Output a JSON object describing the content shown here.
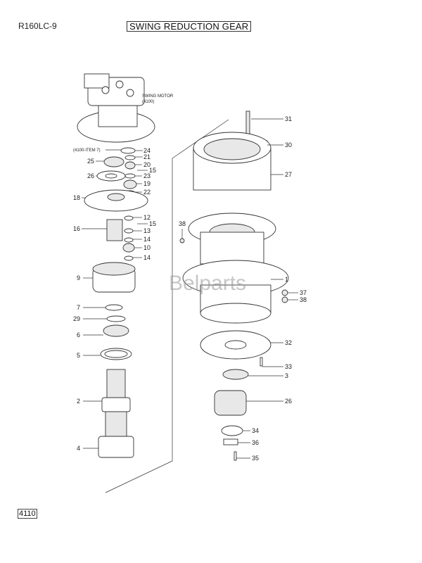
{
  "header": {
    "model": "R160LC-9",
    "title": "SWING REDUCTION GEAR"
  },
  "footer": {
    "page_number": "4110"
  },
  "watermark": "Belparts",
  "notes": {
    "swing_motor": "SWING MOTOR",
    "swing_motor_ref": "(4100)",
    "item_ref": "(4100-ITEM 7)"
  },
  "callouts_left": [
    "24",
    "21",
    "20",
    "15",
    "23",
    "19",
    "22",
    "25",
    "26",
    "18",
    "12",
    "15",
    "16",
    "13",
    "14",
    "10",
    "14",
    "9",
    "7",
    "29",
    "6",
    "5",
    "2",
    "4"
  ],
  "callouts_right": [
    "31",
    "30",
    "27",
    "38",
    "1",
    "37",
    "38",
    "32",
    "33",
    "3",
    "26",
    "34",
    "36",
    "35"
  ]
}
